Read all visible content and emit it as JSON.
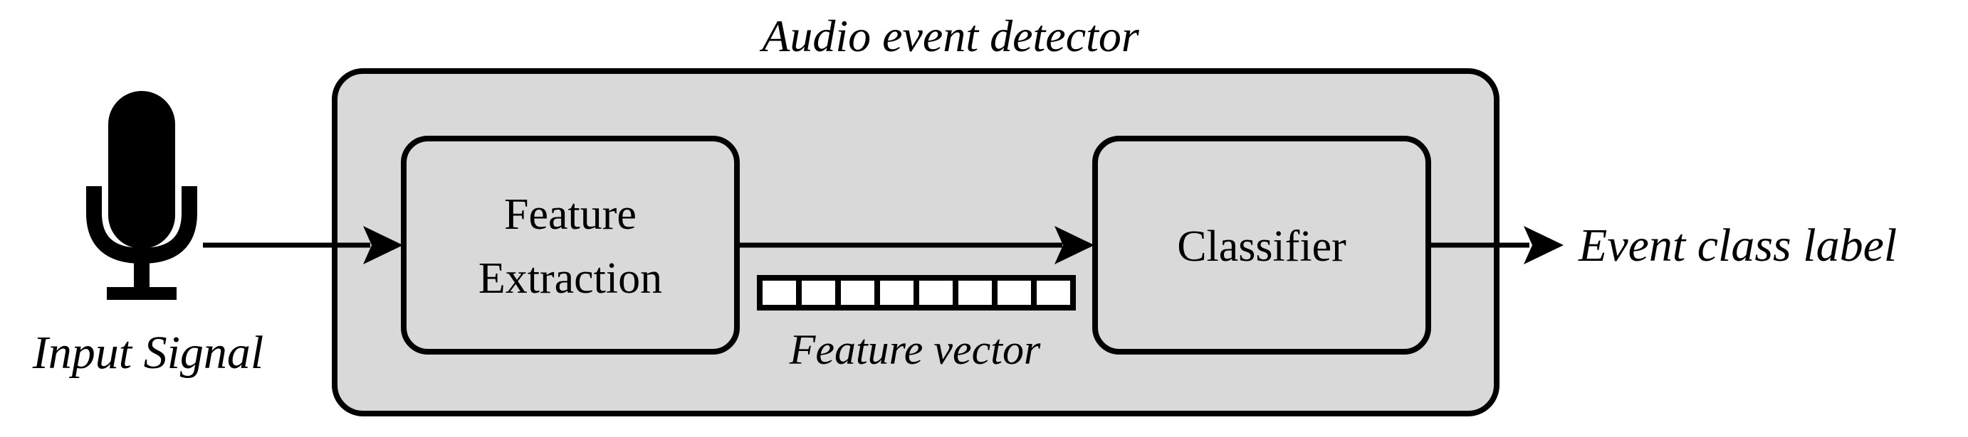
{
  "diagram": {
    "container_label": "Audio event detector",
    "input_label": "Input Signal",
    "feature_block": {
      "line1": "Feature",
      "line2": "Extraction"
    },
    "classifier_label": "Classifier",
    "feature_vector_label": "Feature vector",
    "output_label": "Event class label",
    "feature_vector_cells": 8,
    "icon": "microphone-icon"
  },
  "colors": {
    "container_fill": "#d9d9d9",
    "stroke": "#000000",
    "block_fill": "#d9d9d9",
    "cell_fill": "#ffffff"
  }
}
